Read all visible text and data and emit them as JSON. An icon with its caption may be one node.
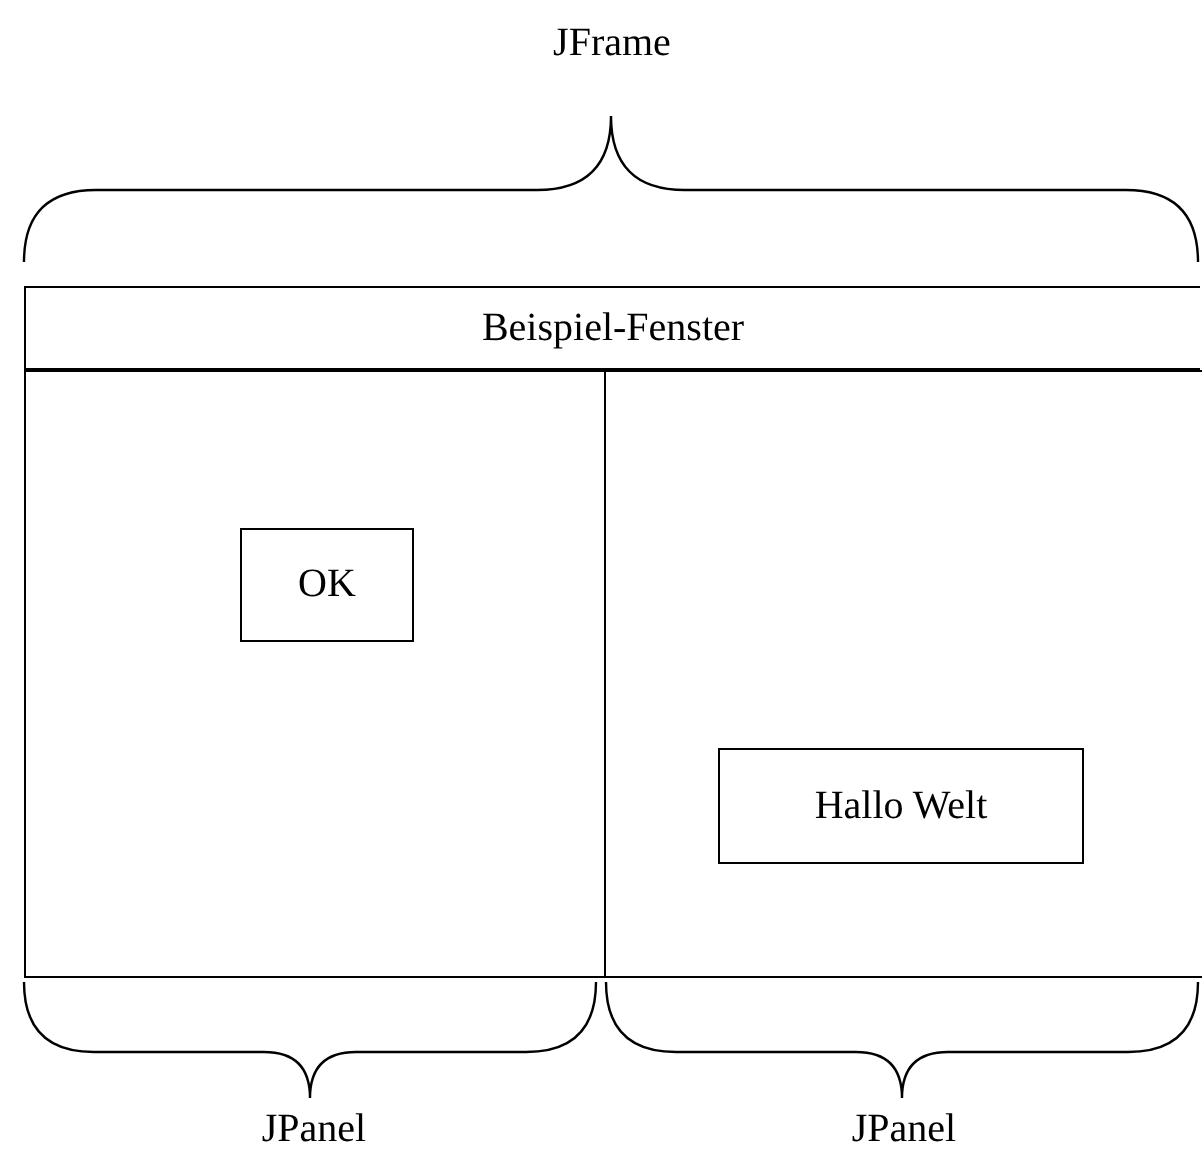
{
  "diagram": {
    "nodes": [
      {
        "text": [
          "Beispiel-Fenster"
        ]
      },
      {
        "text": [],
        "shape": "box",
        "in": 0
      },
      {
        "text": [],
        "shape": "box",
        "in": 0
      },
      {
        "text": [
          "OK"
        ],
        "in": 1
      },
      {
        "text": [
          "Hallo Welt"
        ],
        "in": 2
      }
    ],
    "labels": [
      "JFrame",
      "JPanel",
      "JPanel"
    ]
  }
}
